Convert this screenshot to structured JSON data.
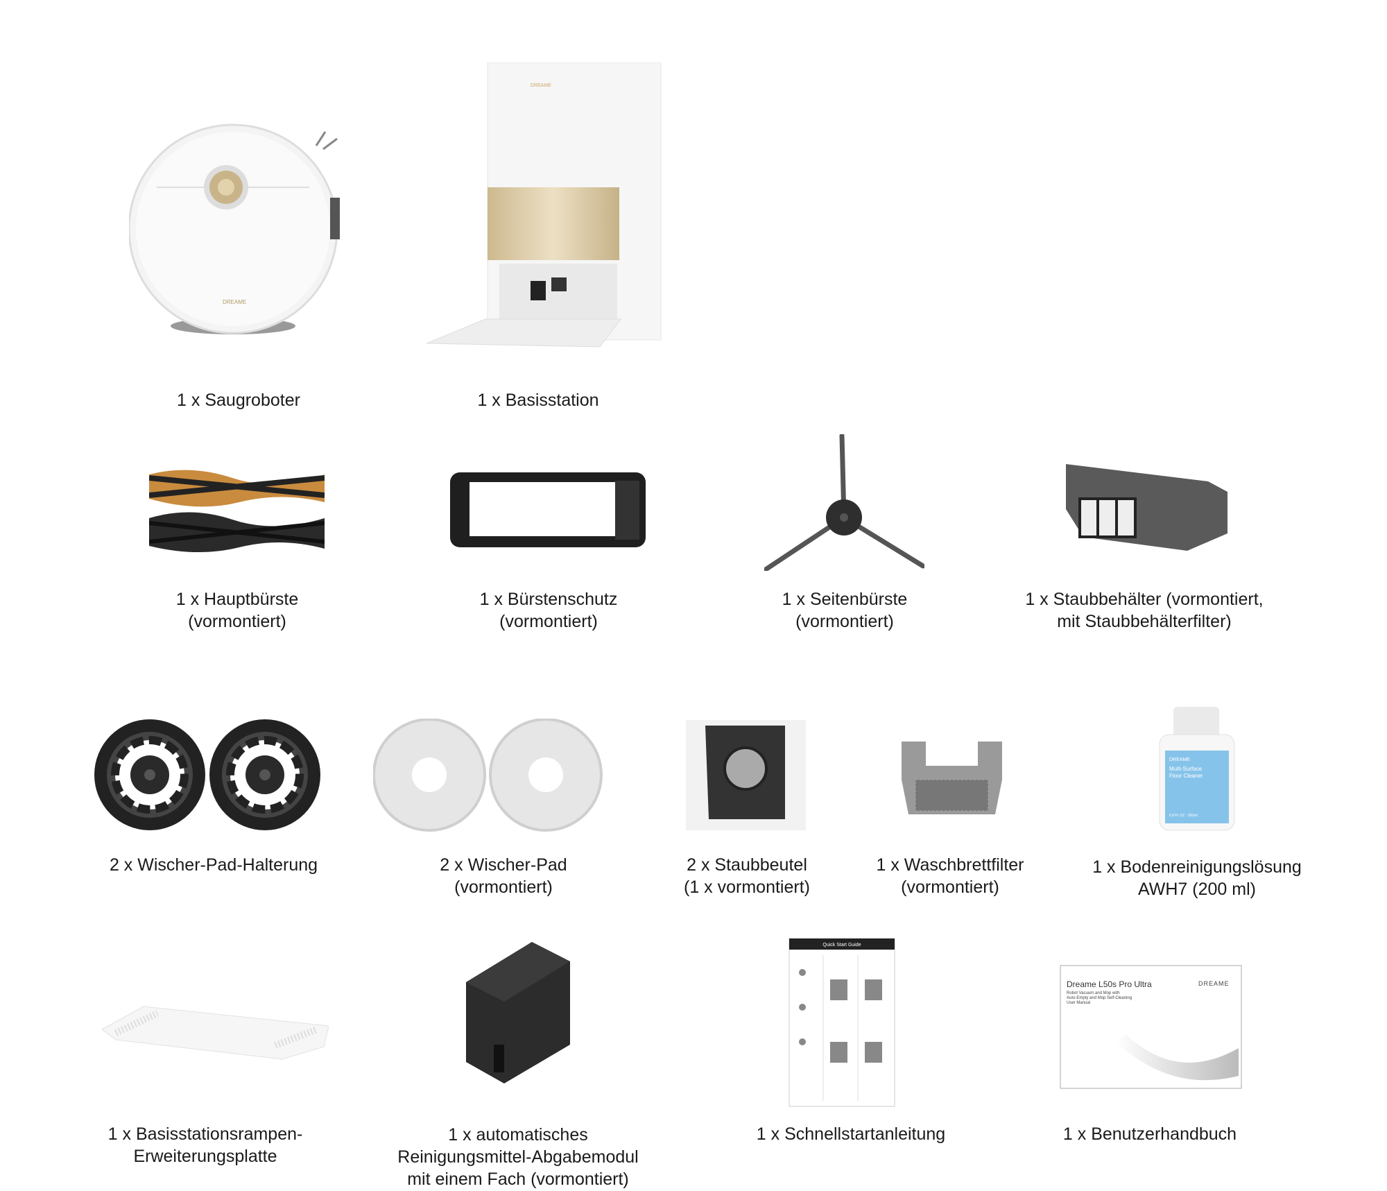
{
  "items": [
    {
      "lines": [
        "1 x Saugroboter"
      ],
      "image": "robot-vacuum",
      "logo": "DREAME"
    },
    {
      "lines": [
        "1 x Basisstation"
      ],
      "image": "base-station",
      "logo": "DREAME"
    },
    {
      "lines": [
        "1 x Hauptbürste",
        "(vormontiert)"
      ],
      "image": "main-brush"
    },
    {
      "lines": [
        "1 x Bürstenschutz",
        "(vormontiert)"
      ],
      "image": "brush-guard"
    },
    {
      "lines": [
        "1 x Seitenbürste",
        "(vormontiert)"
      ],
      "image": "side-brush"
    },
    {
      "lines": [
        "1 x Staubbehälter (vormontiert,",
        "mit Staubbehälterfilter)"
      ],
      "image": "dust-bin"
    },
    {
      "lines": [
        "2 x Wischer-Pad-Halterung"
      ],
      "image": "mop-pad-holders"
    },
    {
      "lines": [
        "2 x Wischer-Pad",
        "(vormontiert)"
      ],
      "image": "mop-pads"
    },
    {
      "lines": [
        "2 x Staubbeutel",
        "(1 x vormontiert)"
      ],
      "image": "dust-bag"
    },
    {
      "lines": [
        "1 x Waschbrettfilter",
        "(vormontiert)"
      ],
      "image": "washboard-filter"
    },
    {
      "lines": [
        "1 x Bodenreinigungslösung",
        "AWH7 (200 ml)"
      ],
      "image": "cleaning-solution",
      "label": {
        "brand": "DREAME",
        "name1": "Multi-Surface",
        "name2": "Floor Cleaner",
        "volume": "6.8 FL OZ · 200mL"
      }
    },
    {
      "lines": [
        "1 x Basisstationsrampen-",
        "Erweiterungsplatte"
      ],
      "image": "ramp-extension-plate"
    },
    {
      "lines": [
        "1 x automatisches",
        "Reinigungsmittel-Abgabemodul",
        "mit einem Fach (vormontiert)"
      ],
      "image": "detergent-module"
    },
    {
      "lines": [
        "1 x Schnellstartanleitung"
      ],
      "image": "quick-start-guide",
      "title": "Quick Start Guide"
    },
    {
      "lines": [
        "1 x Benutzerhandbuch"
      ],
      "image": "user-manual",
      "cover": {
        "title": "Dreame L50s Pro Ultra",
        "sub1": "Robot Vacuum and Mop with",
        "sub2": "Auto-Empty and Mop Self-Cleaning",
        "sub3": "User Manual",
        "brand": "DREAME"
      }
    }
  ]
}
